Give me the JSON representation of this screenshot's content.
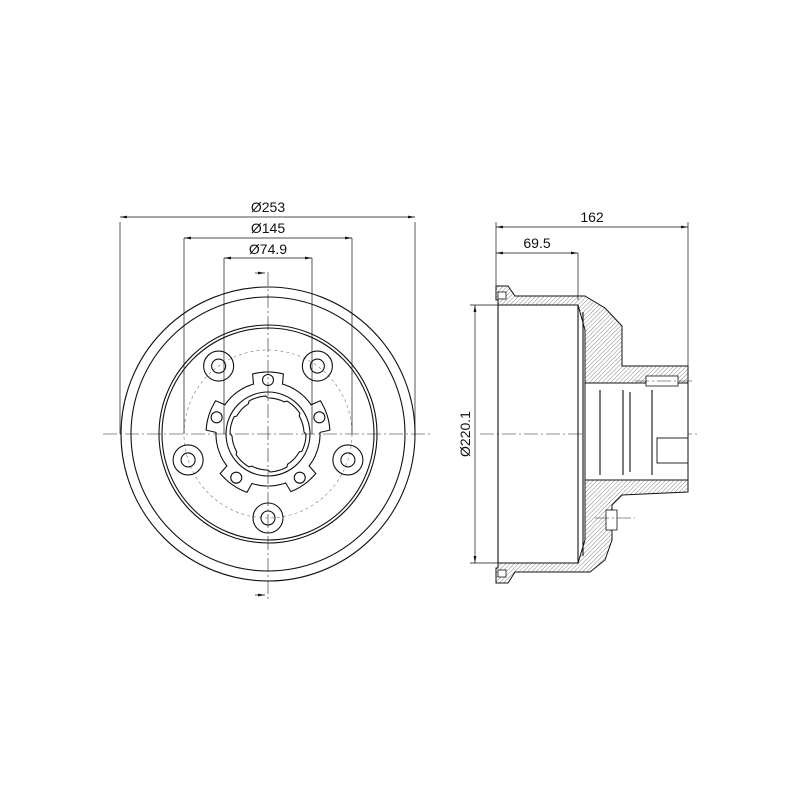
{
  "front_view": {
    "dimensions": {
      "outer_diameter": "Ø253",
      "bolt_circle_diameter": "Ø145",
      "center_bore_diameter": "Ø74.9"
    },
    "bolt_holes": 5
  },
  "side_view": {
    "dimensions": {
      "overall_height": "162",
      "drum_depth": "69.5",
      "braking_diameter": "Ø220.1"
    }
  },
  "colors": {
    "line": "#111111",
    "hatch": "#888888"
  }
}
